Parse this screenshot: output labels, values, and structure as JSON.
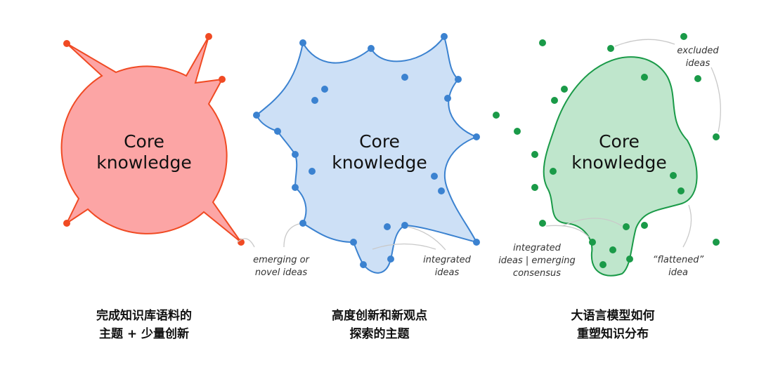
{
  "colors": {
    "red": "#f04a23",
    "red_fill": "#fca5a5",
    "blue": "#3b82d0",
    "blue_fill": "#cde0f6",
    "green": "#1a9a48",
    "green_fill": "#bfe6cc",
    "leader": "#c9c9c9"
  },
  "panels": [
    {
      "core_line1": "Core",
      "core_line2": "knowledge",
      "annotations": [
        "emerging or",
        "novel ideas"
      ],
      "caption_line1": "完成知识库语料的",
      "caption_line2": "主题 + 少量创新"
    },
    {
      "core_line1": "Core",
      "core_line2": "knowledge",
      "annotations": [
        "integrated",
        "ideas"
      ],
      "caption_line1": "高度创新和新观点",
      "caption_line2": "探索的主题"
    },
    {
      "core_line1": "Core",
      "core_line2": "knowledge",
      "annotations": [
        "excluded",
        "ideas",
        "integrated",
        "ideas | emerging",
        "consensus",
        "“flattened”",
        "idea"
      ],
      "caption_line1": "大语言模型如何",
      "caption_line2": "重塑知识分布"
    }
  ]
}
